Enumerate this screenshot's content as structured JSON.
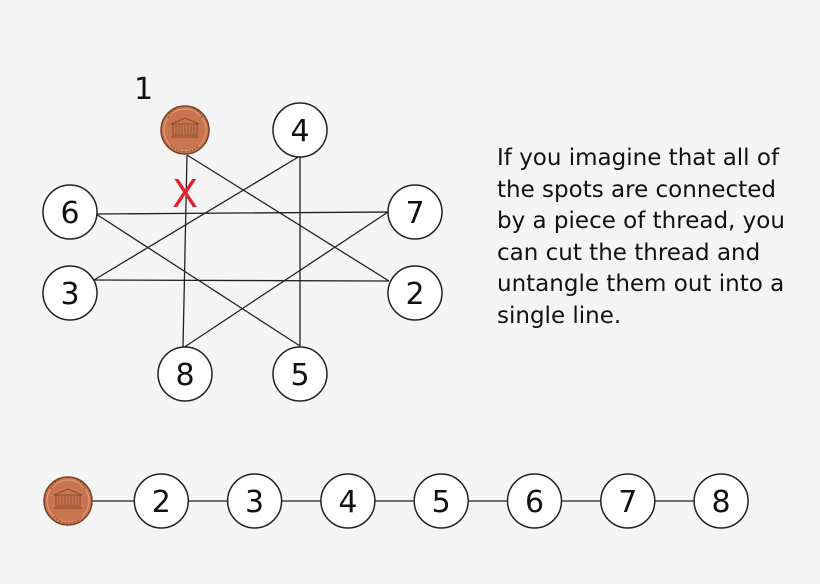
{
  "start_label": "1",
  "cut_mark": "X",
  "explanation": "If you imagine that all of the spots are connected by a piece of thread, you can cut the thread and untangle them out into a single line.",
  "colors": {
    "background": "#f5f5f5",
    "stroke": "#222222",
    "cut_mark": "#e2232f",
    "penny": "#c8744e"
  },
  "tangled_nodes": [
    {
      "id": "1",
      "label": "",
      "icon": "penny-icon"
    },
    {
      "id": "4",
      "label": "4"
    },
    {
      "id": "6",
      "label": "6"
    },
    {
      "id": "7",
      "label": "7"
    },
    {
      "id": "3",
      "label": "3"
    },
    {
      "id": "2",
      "label": "2"
    },
    {
      "id": "8",
      "label": "8"
    },
    {
      "id": "5",
      "label": "5"
    }
  ],
  "tangled_order": [
    "1",
    "2",
    "3",
    "4",
    "5",
    "6",
    "7",
    "8",
    "1"
  ],
  "line_nodes": [
    {
      "id": "1",
      "label": "",
      "icon": "penny-icon"
    },
    {
      "id": "2",
      "label": "2"
    },
    {
      "id": "3",
      "label": "3"
    },
    {
      "id": "4",
      "label": "4"
    },
    {
      "id": "5",
      "label": "5"
    },
    {
      "id": "6",
      "label": "6"
    },
    {
      "id": "7",
      "label": "7"
    },
    {
      "id": "8",
      "label": "8"
    }
  ]
}
